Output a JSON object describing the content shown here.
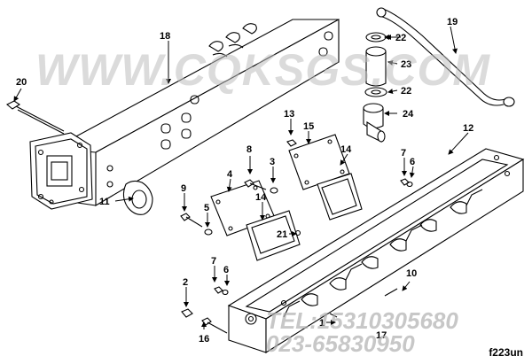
{
  "watermark": {
    "url": "WWW.CQKSGS.COM",
    "tel": "TEL:15310305680",
    "tel2": "023-65830950"
  },
  "figure_code": "f223un",
  "callouts": {
    "c1": "1",
    "c2": "2",
    "c3": "3",
    "c4": "4",
    "c5": "5",
    "c6a": "6",
    "c6b": "6",
    "c7a": "7",
    "c7b": "7",
    "c8": "8",
    "c9": "9",
    "c10": "10",
    "c11": "11",
    "c12": "12",
    "c13": "13",
    "c14a": "14",
    "c14b": "14",
    "c15": "15",
    "c16": "16",
    "c17": "17",
    "c18": "18",
    "c19": "19",
    "c20": "20",
    "c21": "21",
    "c22a": "22",
    "c22b": "22",
    "c23": "23",
    "c24": "24"
  }
}
